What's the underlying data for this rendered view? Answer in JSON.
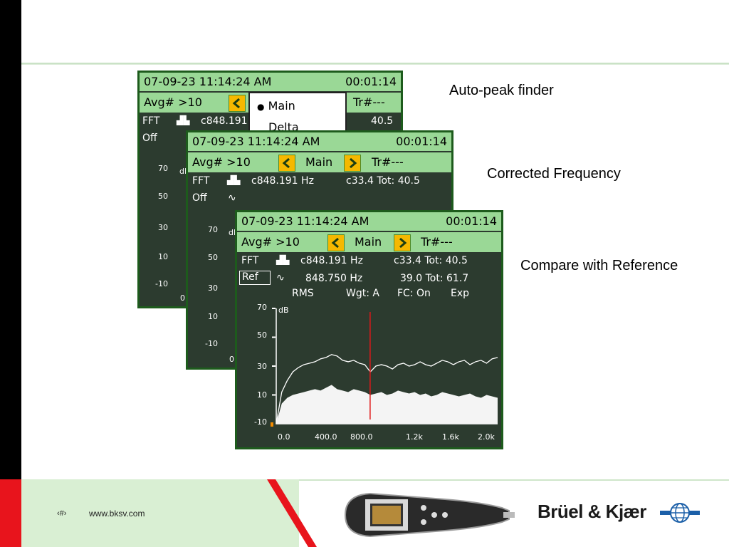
{
  "callouts": {
    "auto_peak": "Auto-peak finder",
    "corrected_frequency": "Corrected Frequency",
    "compare_reference": "Compare with Reference"
  },
  "footer": {
    "page_number": "‹#›",
    "website": "www.bksv.com",
    "brand": "Brüel & Kjær"
  },
  "screens": {
    "back": {
      "datetime": "07-09-23 11:14:24 AM",
      "elapsed": "00:01:14",
      "avg": "Avg# >10",
      "tr": "Tr#---",
      "fft": "FFT",
      "cursor_freq": "c848.191",
      "tot": "40.5",
      "mode": "Off",
      "menu": {
        "main": "Main",
        "delta": "Delta"
      },
      "y_ticks": [
        "70",
        "50",
        "30",
        "10",
        "-10"
      ],
      "unit": "dB",
      "x_first": "0"
    },
    "middle": {
      "datetime": "07-09-23 11:14:24 AM",
      "elapsed": "00:01:14",
      "avg": "Avg# >10",
      "main": "Main",
      "tr": "Tr#---",
      "fft": "FFT",
      "cursor_freq": "c848.191 Hz",
      "cursor_tot": "c33.4 Tot: 40.5",
      "mode": "Off",
      "y_ticks": [
        "70",
        "50",
        "30",
        "10",
        "-10"
      ],
      "unit": "dB",
      "x_first": "0"
    },
    "front": {
      "datetime": "07-09-23 11:14:24 AM",
      "elapsed": "00:01:14",
      "avg": "Avg# >10",
      "main": "Main",
      "tr": "Tr#---",
      "fft": "FFT",
      "cursor_freq": "c848.191 Hz",
      "cursor_tot": "c33.4 Tot: 40.5",
      "ref": "Ref",
      "ref_freq": "848.750 Hz",
      "ref_tot": "39.0 Tot: 61.7",
      "rms": "RMS",
      "wgt": "Wgt: A",
      "fc": "FC: On",
      "exp": "Exp",
      "unit": "dB",
      "y_ticks": [
        "70",
        "50",
        "30",
        "10",
        "-10"
      ],
      "x_ticks": [
        "0.0",
        "400.0",
        "800.0",
        "1.2k",
        "1.6k",
        "2.0k"
      ]
    }
  },
  "chart_data": {
    "type": "line",
    "xlim": [
      0,
      2000
    ],
    "ylim": [
      -10,
      70
    ],
    "cursor_x": 848.191,
    "series": [
      {
        "kind": "reference-line",
        "x": [
          0,
          50,
          100,
          150,
          200,
          250,
          300,
          350,
          400,
          450,
          500,
          550,
          600,
          650,
          700,
          750,
          800,
          850,
          900,
          950,
          1000,
          1050,
          1100,
          1150,
          1200,
          1250,
          1300,
          1350,
          1400,
          1450,
          1500,
          1550,
          1600,
          1650,
          1700,
          1750,
          1800,
          1850,
          1900,
          1950,
          2000
        ],
        "y": [
          -10,
          12,
          20,
          26,
          29,
          31,
          32,
          33,
          35,
          36,
          38,
          37,
          34,
          33,
          34,
          32,
          31,
          26,
          30,
          31,
          30,
          28,
          31,
          32,
          30,
          31,
          33,
          31,
          30,
          32,
          34,
          33,
          31,
          33,
          34,
          31,
          33,
          34,
          32,
          35,
          36
        ]
      },
      {
        "kind": "live-spectrum",
        "x": [
          0,
          50,
          100,
          150,
          200,
          250,
          300,
          350,
          400,
          450,
          500,
          550,
          600,
          650,
          700,
          750,
          800,
          850,
          900,
          950,
          1000,
          1050,
          1100,
          1150,
          1200,
          1250,
          1300,
          1350,
          1400,
          1450,
          1500,
          1550,
          1600,
          1650,
          1700,
          1750,
          1800,
          1850,
          1900,
          1950,
          2000
        ],
        "y": [
          -10,
          4,
          8,
          10,
          11,
          12,
          13,
          14,
          13,
          15,
          17,
          14,
          13,
          12,
          14,
          13,
          12,
          10,
          11,
          12,
          10,
          11,
          13,
          12,
          11,
          12,
          10,
          11,
          9,
          10,
          12,
          11,
          10,
          9,
          10,
          11,
          9,
          8,
          10,
          9,
          8
        ]
      }
    ]
  }
}
